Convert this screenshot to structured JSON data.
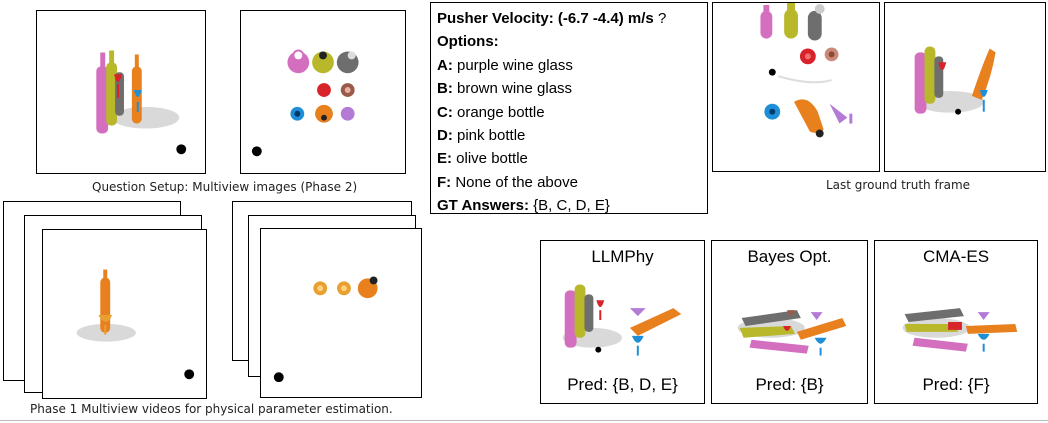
{
  "setup": {
    "caption": "Question Setup: Multiview images (Phase 2)"
  },
  "question": {
    "velocity_label": "Pusher Velocity:",
    "velocity_value": "(-6.7 -4.4)",
    "velocity_unit": "m/s",
    "velocity_suffix": " ?",
    "options_label": "Options:",
    "options": [
      {
        "key": "A:",
        "text": "purple wine glass"
      },
      {
        "key": "B:",
        "text": "brown wine glass"
      },
      {
        "key": "C:",
        "text": "orange bottle"
      },
      {
        "key": "D:",
        "text": "pink bottle"
      },
      {
        "key": "E:",
        "text": "olive bottle"
      },
      {
        "key": "F:",
        "text": "None of the above"
      }
    ],
    "gt_label": "GT Answers:",
    "gt_value": "{B, C, D, E}"
  },
  "ground_truth": {
    "caption": "Last ground truth frame"
  },
  "phase1": {
    "caption": "Phase 1 Multiview videos for physical parameter estimation."
  },
  "predictions": [
    {
      "method": "LLMPhy",
      "pred": "Pred: {B, D, E}"
    },
    {
      "method": "Bayes Opt.",
      "pred": "Pred: {B}"
    },
    {
      "method": "CMA-ES",
      "pred": "Pred: {F}"
    }
  ],
  "colors": {
    "pink": "#d46fc0",
    "olive": "#b8b82a",
    "gray": "#6e6e6e",
    "orange": "#e8801e",
    "red": "#d8232a",
    "brown": "#9a5a4a",
    "blue": "#1e8fd6",
    "purple": "#b37ad6",
    "plate": "#d9d9d9"
  }
}
